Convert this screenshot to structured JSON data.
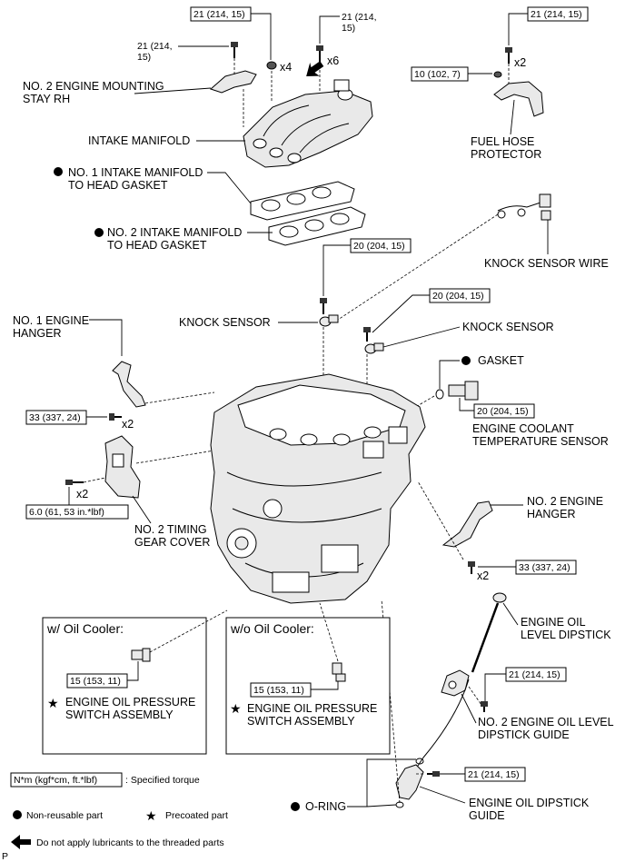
{
  "labels": {
    "mounting_stay_1": "NO. 2 ENGINE MOUNTING",
    "mounting_stay_2": "STAY RH",
    "intake_manifold": "INTAKE MANIFOLD",
    "gasket1_1": "NO. 1 INTAKE MANIFOLD",
    "gasket1_2": "TO HEAD GASKET",
    "gasket2_1": "NO. 2 INTAKE MANIFOLD",
    "gasket2_2": "TO HEAD GASKET",
    "fuel_hose_1": "FUEL HOSE",
    "fuel_hose_2": "PROTECTOR",
    "knock_wire": "KNOCK SENSOR WIRE",
    "knock_sensor_a": "KNOCK SENSOR",
    "knock_sensor_b": "KNOCK SENSOR",
    "hanger1_1": "NO. 1 ENGINE",
    "hanger1_2": "HANGER",
    "gasket": "GASKET",
    "coolant_1": "ENGINE COOLANT",
    "coolant_2": "TEMPERATURE SENSOR",
    "timing_1": "NO. 2 TIMING",
    "timing_2": "GEAR COVER",
    "hanger2_1": "NO. 2 ENGINE",
    "hanger2_2": "HANGER",
    "dipstick_1": "ENGINE OIL",
    "dipstick_2": "LEVEL DIPSTICK",
    "guide2_1": "NO. 2 ENGINE OIL LEVEL",
    "guide2_2": "DIPSTICK GUIDE",
    "guide_1": "ENGINE OIL DIPSTICK",
    "guide_2": "GUIDE",
    "oring": "O-RING",
    "box_cooler_title": "w/ Oil Cooler:",
    "box_nocooler_title": "w/o Oil Cooler:",
    "switch_1": "ENGINE OIL PRESSURE",
    "switch_2": "SWITCH ASSEMBLY",
    "switch_b_1": "ENGINE OIL PRESSURE",
    "switch_b_2": "SWITCH ASSEMBLY"
  },
  "torques": {
    "t_stay": "21 (214, 15)",
    "t_stay_cont": "15)",
    "t_manifold_nut": "21 (214, 15)",
    "t_manifold_bolt": "21 (214,",
    "t_manifold_bolt_cont": "15)",
    "t_fuel_top": "21 (214, 15)",
    "t_fuel_left": "10 (102, 7)",
    "t_knock_a": "20 (204, 15)",
    "t_knock_b": "20 (204, 15)",
    "t_hanger1": "33 (337, 24)",
    "t_coolant": "20 (204, 15)",
    "t_timing": "6.0 (61, 53 in.*lbf)",
    "t_hanger2": "33 (337, 24)",
    "t_switch_a": "15 (153, 11)",
    "t_switch_b": "15 (153, 11)",
    "t_guide2": "21 (214, 15)",
    "t_guide": "21 (214, 15)",
    "t_stay_head": "21 (214,"
  },
  "counts": {
    "x4": "x4",
    "x6": "x6",
    "x2_fuel": "x2",
    "x2_hanger1": "x2",
    "x2_timing": "x2",
    "x2_hanger2": "x2"
  },
  "legend": {
    "torque_unit": "N*m (kgf*cm, ft.*lbf)",
    "torque_desc": ": Specified torque",
    "nonreusable": "Non-reusable part",
    "precoated": "Precoated part",
    "no_lube": "Do not apply lubricants to the threaded parts"
  },
  "corner_mark": "P",
  "icons": {
    "nonreusable": "filled-circle-icon",
    "precoated": "star-icon",
    "no_lube": "arrow-left-icon"
  }
}
